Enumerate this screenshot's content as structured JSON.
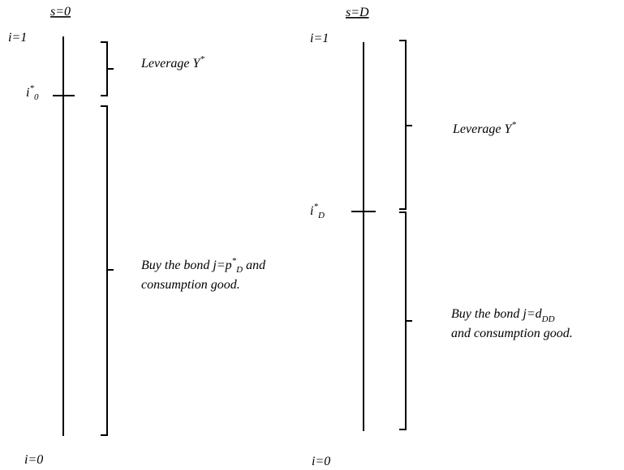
{
  "left_panel": {
    "state_label": "s=0",
    "top_label": "i=1",
    "bottom_label": "i=0",
    "marginal_label": {
      "base": "i",
      "sup": "*",
      "sub": "0"
    },
    "upper_bracket_label": {
      "text": "Leverage Y",
      "sup": "*"
    },
    "lower_bracket_label": {
      "line1": {
        "pre": "Buy the bond  j=p",
        "sup": "*",
        "sub": "D",
        "post": " and"
      },
      "line2": "consumption good."
    }
  },
  "right_panel": {
    "state_label": "s=D",
    "top_label": "i=1",
    "bottom_label": "i=0",
    "marginal_label": {
      "base": "i",
      "sup": "*",
      "sub": "D"
    },
    "upper_bracket_label": {
      "text": "Leverage Y",
      "sup": "*"
    },
    "lower_bracket_label": {
      "line1": {
        "pre": "Buy the bond  j=d",
        "sub": "DD"
      },
      "line2": "and consumption good."
    }
  }
}
